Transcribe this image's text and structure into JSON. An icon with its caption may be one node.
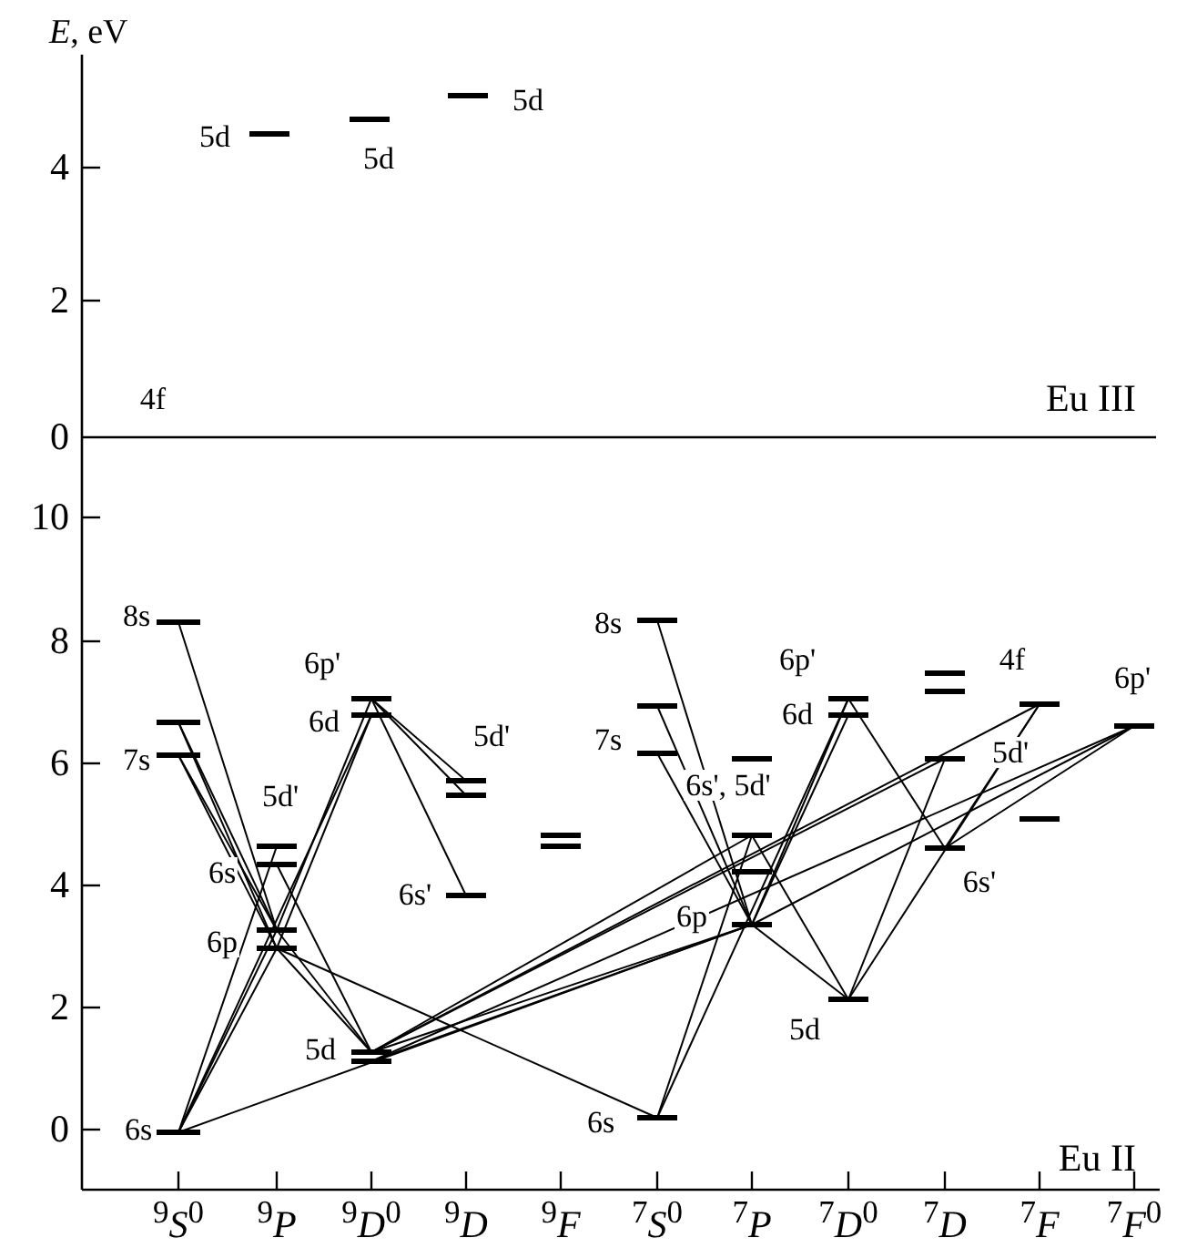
{
  "diagram": {
    "nodes": [
      {
        "text": [
          "5d"
        ]
      },
      {
        "text": [
          "5d"
        ]
      },
      {
        "text": [
          "5d"
        ]
      },
      {
        "text": [
          "8s"
        ]
      },
      {
        "text": [],
        "shape": "bar"
      },
      {
        "text": [
          "7s"
        ]
      },
      {
        "text": [
          "6s"
        ]
      },
      {
        "text": [
          "5d'"
        ]
      },
      {
        "text": [
          "6s"
        ]
      },
      {
        "text": [],
        "shape": "bar"
      },
      {
        "text": [
          "6p"
        ]
      },
      {
        "text": [
          "6p'"
        ]
      },
      {
        "text": [
          "6d"
        ]
      },
      {
        "text": [
          "5d"
        ]
      },
      {
        "text": [],
        "shape": "bar"
      },
      {
        "text": [
          "5d'"
        ]
      },
      {
        "text": [],
        "shape": "bar"
      },
      {
        "text": [
          "6s'"
        ]
      },
      {
        "text": [],
        "shape": "bar"
      },
      {
        "text": [],
        "shape": "bar"
      },
      {
        "text": [
          "8s"
        ]
      },
      {
        "text": [],
        "shape": "bar"
      },
      {
        "text": [
          "7s"
        ]
      },
      {
        "text": [
          "6s"
        ]
      },
      {
        "text": [],
        "shape": "bar"
      },
      {
        "text": [
          "6s', 5d'"
        ]
      },
      {
        "text": [],
        "shape": "bar"
      },
      {
        "text": [
          "6p"
        ]
      },
      {
        "text": [
          "6p'"
        ]
      },
      {
        "text": [
          "6d"
        ]
      },
      {
        "text": [
          "5d"
        ]
      },
      {
        "text": [],
        "shape": "bar"
      },
      {
        "text": [],
        "shape": "bar"
      },
      {
        "text": [],
        "shape": "bar"
      },
      {
        "text": [
          "6s'"
        ]
      },
      {
        "text": [
          "4f"
        ]
      },
      {
        "text": [
          "5d'"
        ]
      },
      {
        "text": [
          "6p'"
        ]
      }
    ],
    "edges": [
      {
        "from": 6,
        "to": 10,
        "arrow": "none"
      },
      {
        "from": 6,
        "to": 9,
        "arrow": "none"
      },
      {
        "from": 6,
        "to": 7,
        "arrow": "none"
      },
      {
        "from": 6,
        "to": 12,
        "arrow": "none"
      },
      {
        "from": 6,
        "to": 27,
        "arrow": "none"
      },
      {
        "from": 3,
        "to": 9,
        "arrow": "none"
      },
      {
        "from": 4,
        "to": 9,
        "arrow": "none"
      },
      {
        "from": 4,
        "to": 10,
        "arrow": "none"
      },
      {
        "from": 5,
        "to": 10,
        "arrow": "none"
      },
      {
        "from": 5,
        "to": 9,
        "arrow": "none"
      },
      {
        "from": 9,
        "to": 11,
        "arrow": "none"
      },
      {
        "from": 10,
        "to": 12,
        "arrow": "none"
      },
      {
        "from": 9,
        "to": 13,
        "arrow": "none"
      },
      {
        "from": 10,
        "to": 13,
        "arrow": "none"
      },
      {
        "from": 8,
        "to": 13,
        "arrow": "none"
      },
      {
        "from": 10,
        "to": 23,
        "arrow": "none"
      },
      {
        "from": 11,
        "to": 15,
        "arrow": "none"
      },
      {
        "from": 11,
        "to": 16,
        "arrow": "none"
      },
      {
        "from": 11,
        "to": 17,
        "arrow": "none"
      },
      {
        "from": 13,
        "to": 27,
        "arrow": "none"
      },
      {
        "from": 13,
        "to": 25,
        "arrow": "none"
      },
      {
        "from": 14,
        "to": 27,
        "arrow": "none"
      },
      {
        "from": 13,
        "to": 33,
        "arrow": "none"
      },
      {
        "from": 13,
        "to": 35,
        "arrow": "none"
      },
      {
        "from": 14,
        "to": 37,
        "arrow": "none"
      },
      {
        "from": 20,
        "to": 27,
        "arrow": "none"
      },
      {
        "from": 21,
        "to": 27,
        "arrow": "none"
      },
      {
        "from": 22,
        "to": 27,
        "arrow": "none"
      },
      {
        "from": 23,
        "to": 25,
        "arrow": "none"
      },
      {
        "from": 23,
        "to": 28,
        "arrow": "none"
      },
      {
        "from": 27,
        "to": 28,
        "arrow": "none"
      },
      {
        "from": 27,
        "to": 29,
        "arrow": "none"
      },
      {
        "from": 27,
        "to": 30,
        "arrow": "none"
      },
      {
        "from": 27,
        "to": 37,
        "arrow": "none"
      },
      {
        "from": 25,
        "to": 30,
        "arrow": "none"
      },
      {
        "from": 30,
        "to": 33,
        "arrow": "none"
      },
      {
        "from": 30,
        "to": 35,
        "arrow": "none"
      },
      {
        "from": 28,
        "to": 34,
        "arrow": "none"
      },
      {
        "from": 34,
        "to": 35,
        "arrow": "none"
      },
      {
        "from": 34,
        "to": 37,
        "arrow": "none"
      }
    ],
    "labels": [
      "*E*, eV",
      "4",
      "2",
      "4f",
      "Eu III",
      "0",
      "10",
      "8",
      "6",
      "4",
      "2",
      "0",
      "Eu II",
      "$^{9}$*S*$^{0}$",
      "$^{9}$*P*",
      "$^{9}$*D*$^{0}$",
      "$^{9}$*D*",
      "$^{9}$*F*",
      "$^{7}$*S*$^{0}$",
      "$^{7}$*P*",
      "$^{7}$*D*$^{0}$",
      "$^{7}$*D*",
      "$^{7}$*F*",
      "$^{7}$*F*$^{0}$"
    ]
  }
}
